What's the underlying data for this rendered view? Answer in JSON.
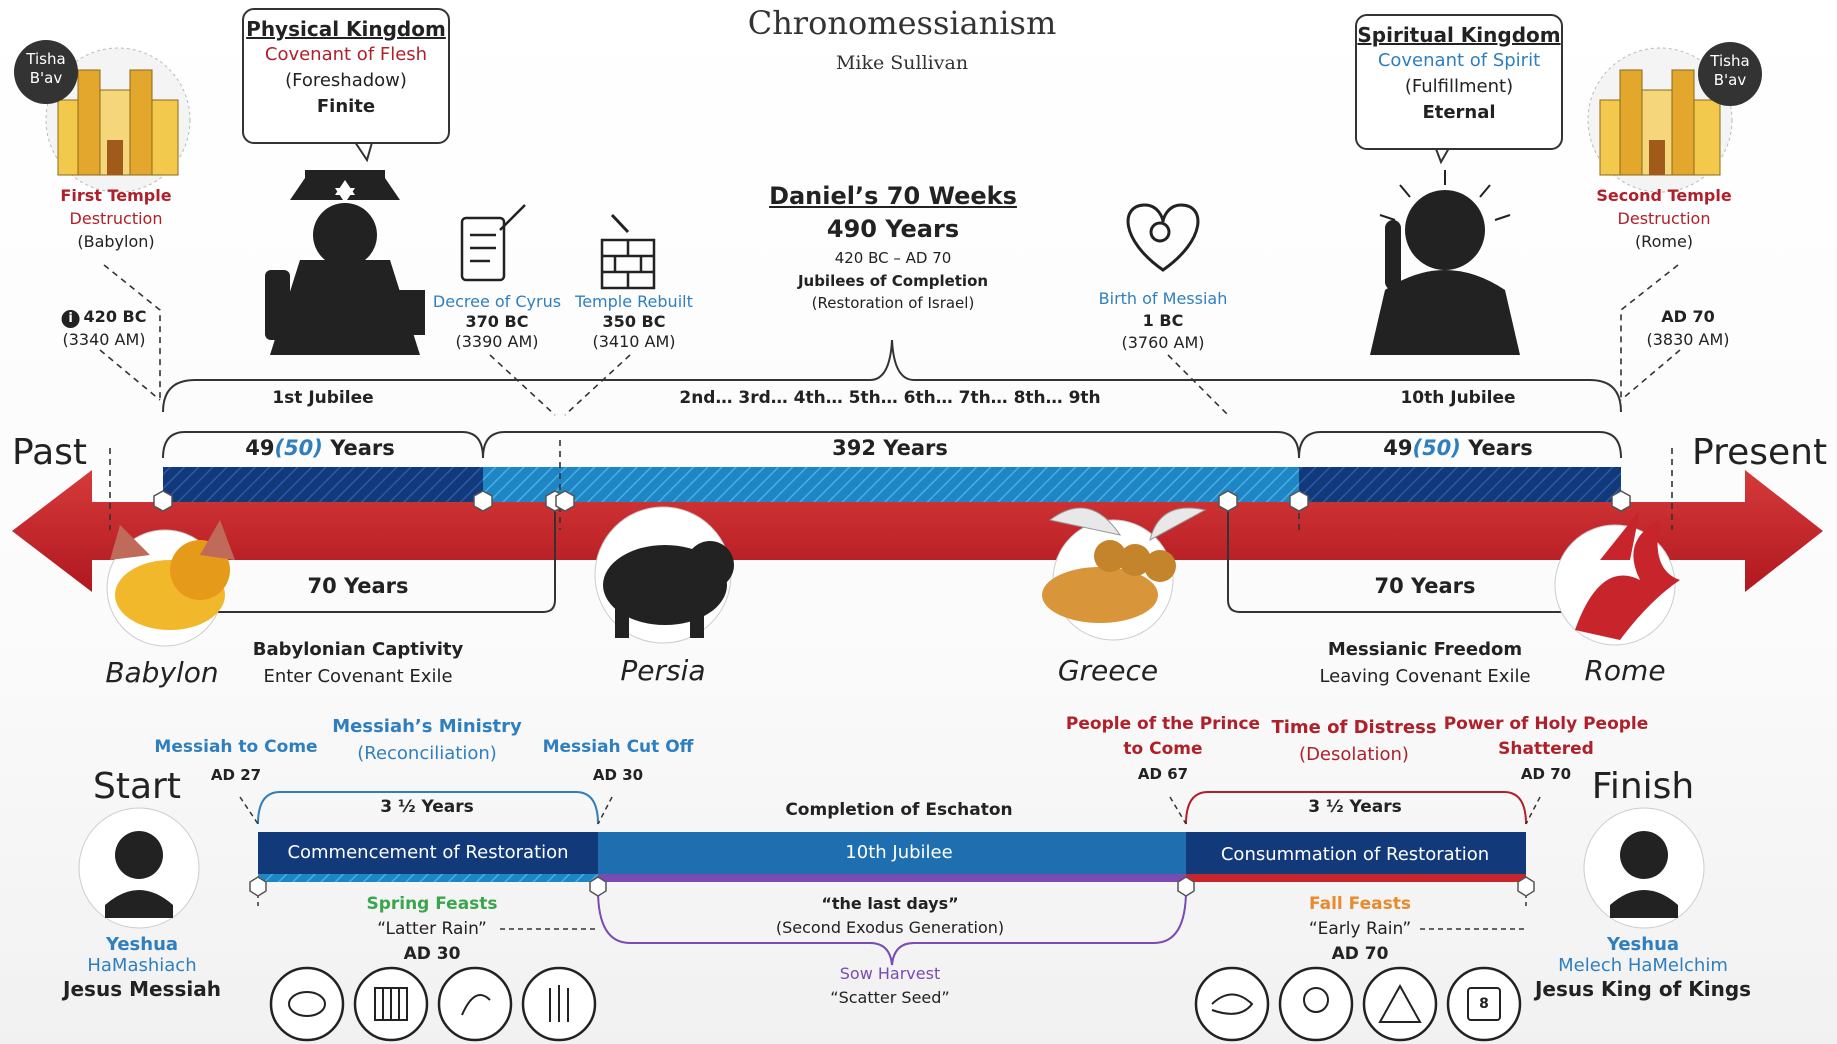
{
  "header": {
    "title": "Chronomessianism",
    "author": "Mike Sullivan"
  },
  "physical_kingdom": {
    "title": "Physical Kingdom",
    "covenant": "Covenant of Flesh",
    "note": "(Foreshadow)",
    "duration": "Finite"
  },
  "spiritual_kingdom": {
    "title": "Spiritual Kingdom",
    "covenant": "Covenant of Spirit",
    "note": "(Fulfillment)",
    "duration": "Eternal"
  },
  "left_temple": {
    "badge_line1": "Tisha",
    "badge_line2": "B'av",
    "title": "First Temple",
    "subtitle": "Destruction",
    "place": "(Babylon)",
    "date": "420 BC",
    "am": "(3340 AM)"
  },
  "right_temple": {
    "badge_line1": "Tisha",
    "badge_line2": "B'av",
    "title": "Second Temple",
    "subtitle": "Destruction",
    "place": "(Rome)",
    "date": "AD 70",
    "am": "(3830 AM)"
  },
  "events": {
    "cyrus": {
      "label": "Decree of Cyrus",
      "date": "370 BC",
      "am": "(3390 AM)"
    },
    "temple_rebuilt": {
      "label": "Temple Rebuilt",
      "date": "350 BC",
      "am": "(3410 AM)"
    },
    "birth": {
      "label": "Birth of Messiah",
      "date": "1 BC",
      "am": "(3760 AM)"
    }
  },
  "daniel": {
    "title": "Daniel’s 70 Weeks",
    "years": "490 Years",
    "range": "420 BC – AD 70",
    "sub": "Jubilees of Completion",
    "sub2": "(Restoration of Israel)"
  },
  "jubilees": {
    "first": "1st Jubilee",
    "middle": "2nd… 3rd… 4th… 5th… 6th… 7th… 8th… 9th",
    "tenth": "10th Jubilee"
  },
  "spans": {
    "left_num": "49",
    "left_paren": "(50)",
    "left_unit": "Years",
    "middle": "392 Years",
    "right_num": "49",
    "right_paren": "(50)",
    "right_unit": "Years"
  },
  "arrow": {
    "past": "Past",
    "present": "Present"
  },
  "exile_left": {
    "years": "70 Years",
    "title": "Babylonian Captivity",
    "sub": "Enter Covenant Exile"
  },
  "exile_right": {
    "years": "70 Years",
    "title": "Messianic Freedom",
    "sub": "Leaving Covenant Exile"
  },
  "nations": [
    "Babylon",
    "Persia",
    "Greece",
    "Rome"
  ],
  "bottom": {
    "start": "Start",
    "finish": "Finish",
    "messiah_to_come": "Messiah to Come",
    "ad27": "AD 27",
    "ministry": "Messiah’s Ministry",
    "reconciliation": "(Reconciliation)",
    "cut_off": "Messiah Cut Off",
    "ad30": "AD 30",
    "people_prince_1": "People of the Prince",
    "people_prince_2": "to Come",
    "ad67": "AD 67",
    "distress": "Time of Distress",
    "desolation": "(Desolation)",
    "power_1": "Power of Holy People",
    "power_2": "Shattered",
    "ad70": "AD 70",
    "three_half_left": "3 ½ Years",
    "three_half_right": "3 ½ Years",
    "eschaton": "Completion of Eschaton",
    "bar_left": "Commencement of Restoration",
    "bar_mid": "10th Jubilee",
    "bar_right": "Consummation of Restoration",
    "spring": "Spring Feasts",
    "latter_rain": "“Latter Rain”",
    "spring_date": "AD 30",
    "last_days": "“the last days”",
    "second_exodus": "(Second Exodus Generation)",
    "sow": "Sow Harvest",
    "scatter": "“Scatter Seed”",
    "fall": "Fall Feasts",
    "early_rain": "“Early Rain”",
    "fall_date": "AD 70",
    "yeshua_left_1": "Yeshua",
    "yeshua_left_2": "HaMashiach",
    "yeshua_left_3": "Jesus Messiah",
    "yeshua_right_1": "Yeshua",
    "yeshua_right_2": "Melech HaMelchim",
    "yeshua_right_3": "Jesus King of Kings",
    "calendar_day": "8"
  },
  "colors": {
    "red_arrow": "#c8242b",
    "dark_blue": "#123a7a",
    "light_blue": "#2b8ecc",
    "accent_red": "#b0202a",
    "accent_blue": "#2f7fbf",
    "purple": "#7a4bb3"
  }
}
